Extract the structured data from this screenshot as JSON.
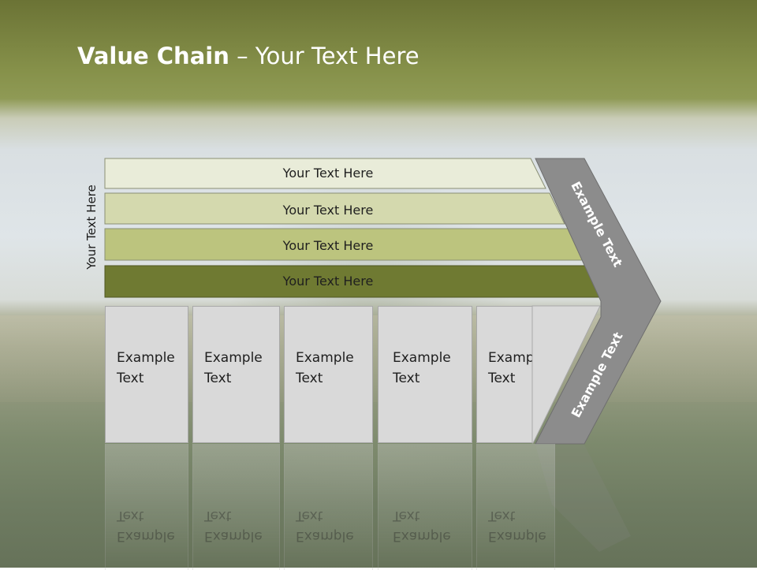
{
  "title": {
    "bold": "Value Chain",
    "rest": " – Your Text Here"
  },
  "side_label": "Your Text Here",
  "bars": [
    {
      "label": "Your Text Here",
      "color": "#e9ecd9"
    },
    {
      "label": "Your Text Here",
      "color": "#d4d9ae"
    },
    {
      "label": "Your Text Here",
      "color": "#bcc47e"
    },
    {
      "label": "Your Text Here",
      "color": "#6f7a32"
    }
  ],
  "chevron": {
    "top_label": "Example Text",
    "bottom_label": "Example Text",
    "color": "#8c8c8c"
  },
  "boxes": [
    {
      "line1": "Example",
      "line2": "Text"
    },
    {
      "line1": "Example",
      "line2": "Text"
    },
    {
      "line1": "Example",
      "line2": "Text"
    },
    {
      "line1": "Example",
      "line2": "Text"
    },
    {
      "line1": "Example",
      "line2": "Text"
    }
  ]
}
